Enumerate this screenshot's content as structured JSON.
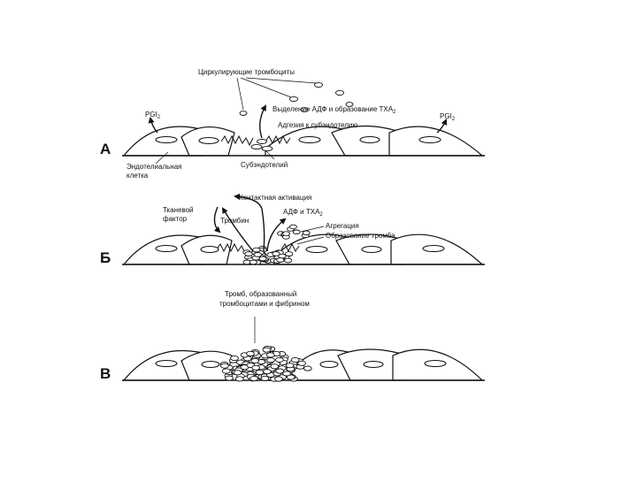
{
  "panels": {
    "a": {
      "letter": "А",
      "circulating": "Циркулирующие тромбоциты",
      "release": "Выделение АДФ и образование ТХА",
      "release_sub": "2",
      "adhesion": "Адгезия к субэндотелию",
      "pgi_left": "PGI",
      "pgi_left_sub": "2",
      "pgi_right": "PGI",
      "pgi_right_sub": "2",
      "endo_line1": "Эндотелиальная",
      "endo_line2": "клетка",
      "subendo": "Субэндотелий"
    },
    "b": {
      "letter": "Б",
      "contact": "Контактная активация",
      "tissue_line1": "Тканевой",
      "tissue_line2": "фактор",
      "thrombin": "Тромбин",
      "adp_txa": "АДФ и ТХА",
      "adp_txa_sub": "2",
      "aggregation": "Агрегация",
      "thrombus_formation": "Образование тромба"
    },
    "c": {
      "letter": "В",
      "thrombus_line1": "Тромб, образованный",
      "thrombus_line2": "тромбоцитами и фибрином"
    }
  }
}
